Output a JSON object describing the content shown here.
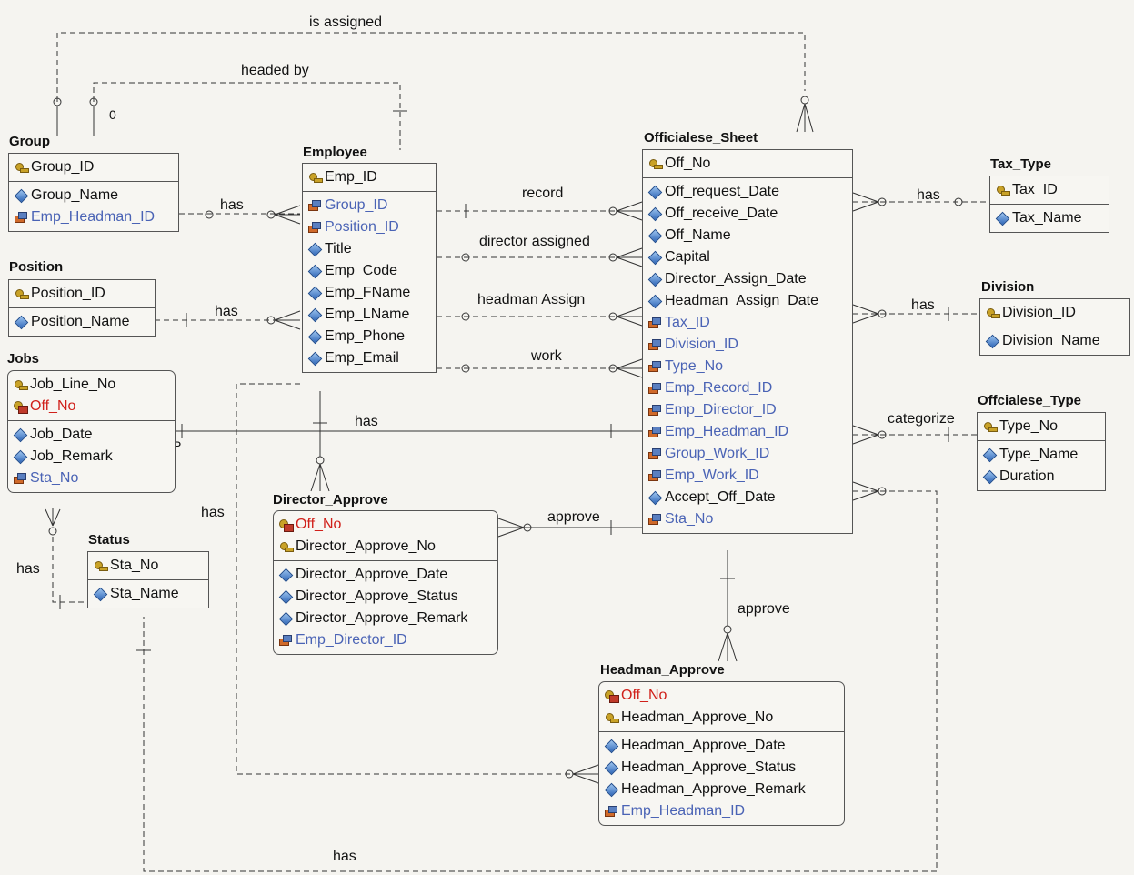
{
  "entities": {
    "group": {
      "title": "Group",
      "keys": [
        {
          "name": "Group_ID",
          "kind": "pk"
        }
      ],
      "attrs": [
        {
          "name": "Group_Name",
          "kind": "attr"
        },
        {
          "name": "Emp_Headman_ID",
          "kind": "fk"
        }
      ]
    },
    "position": {
      "title": "Position",
      "keys": [
        {
          "name": "Position_ID",
          "kind": "pk"
        }
      ],
      "attrs": [
        {
          "name": "Position_Name",
          "kind": "attr"
        }
      ]
    },
    "jobs": {
      "title": "Jobs",
      "keys": [
        {
          "name": "Job_Line_No",
          "kind": "pk"
        },
        {
          "name": "Off_No",
          "kind": "pfk"
        }
      ],
      "attrs": [
        {
          "name": "Job_Date",
          "kind": "attr"
        },
        {
          "name": "Job_Remark",
          "kind": "attr"
        },
        {
          "name": "Sta_No",
          "kind": "fk"
        }
      ]
    },
    "status": {
      "title": "Status",
      "keys": [
        {
          "name": "Sta_No",
          "kind": "pk"
        }
      ],
      "attrs": [
        {
          "name": "Sta_Name",
          "kind": "attr"
        }
      ]
    },
    "employee": {
      "title": "Employee",
      "keys": [
        {
          "name": "Emp_ID",
          "kind": "pk"
        }
      ],
      "attrs": [
        {
          "name": "Group_ID",
          "kind": "fk"
        },
        {
          "name": "Position_ID",
          "kind": "fk"
        },
        {
          "name": "Title",
          "kind": "attr"
        },
        {
          "name": "Emp_Code",
          "kind": "attr"
        },
        {
          "name": "Emp_FName",
          "kind": "attr"
        },
        {
          "name": "Emp_LName",
          "kind": "attr"
        },
        {
          "name": "Emp_Phone",
          "kind": "attr"
        },
        {
          "name": "Emp_Email",
          "kind": "attr"
        }
      ]
    },
    "director_approve": {
      "title": "Director_Approve",
      "keys": [
        {
          "name": "Off_No",
          "kind": "pfk"
        },
        {
          "name": "Director_Approve_No",
          "kind": "pk"
        }
      ],
      "attrs": [
        {
          "name": "Director_Approve_Date",
          "kind": "attr"
        },
        {
          "name": "Director_Approve_Status",
          "kind": "attr"
        },
        {
          "name": "Director_Approve_Remark",
          "kind": "attr"
        },
        {
          "name": "Emp_Director_ID",
          "kind": "fk"
        }
      ]
    },
    "officialese_sheet": {
      "title": "Officialese_Sheet",
      "keys": [
        {
          "name": "Off_No",
          "kind": "pk"
        }
      ],
      "attrs": [
        {
          "name": "Off_request_Date",
          "kind": "attr"
        },
        {
          "name": "Off_receive_Date",
          "kind": "attr"
        },
        {
          "name": "Off_Name",
          "kind": "attr"
        },
        {
          "name": "Capital",
          "kind": "attr"
        },
        {
          "name": "Director_Assign_Date",
          "kind": "attr"
        },
        {
          "name": "Headman_Assign_Date",
          "kind": "attr"
        },
        {
          "name": "Tax_ID",
          "kind": "fk"
        },
        {
          "name": "Division_ID",
          "kind": "fk"
        },
        {
          "name": "Type_No",
          "kind": "fk"
        },
        {
          "name": "Emp_Record_ID",
          "kind": "fk"
        },
        {
          "name": "Emp_Director_ID",
          "kind": "fk"
        },
        {
          "name": "Emp_Headman_ID",
          "kind": "fk"
        },
        {
          "name": "Group_Work_ID",
          "kind": "fk"
        },
        {
          "name": "Emp_Work_ID",
          "kind": "fk"
        },
        {
          "name": "Accept_Off_Date",
          "kind": "attr"
        },
        {
          "name": "Sta_No",
          "kind": "fk"
        }
      ]
    },
    "headman_approve": {
      "title": "Headman_Approve",
      "keys": [
        {
          "name": "Off_No",
          "kind": "pfk"
        },
        {
          "name": "Headman_Approve_No",
          "kind": "pk"
        }
      ],
      "attrs": [
        {
          "name": "Headman_Approve_Date",
          "kind": "attr"
        },
        {
          "name": "Headman_Approve_Status",
          "kind": "attr"
        },
        {
          "name": "Headman_Approve_Remark",
          "kind": "attr"
        },
        {
          "name": "Emp_Headman_ID",
          "kind": "fk"
        }
      ]
    },
    "tax_type": {
      "title": "Tax_Type",
      "keys": [
        {
          "name": "Tax_ID",
          "kind": "pk"
        }
      ],
      "attrs": [
        {
          "name": "Tax_Name",
          "kind": "attr"
        }
      ]
    },
    "division": {
      "title": "Division",
      "keys": [
        {
          "name": "Division_ID",
          "kind": "pk"
        }
      ],
      "attrs": [
        {
          "name": "Division_Name",
          "kind": "attr"
        }
      ]
    },
    "offcialese_type": {
      "title": "Offcialese_Type",
      "keys": [
        {
          "name": "Type_No",
          "kind": "pk"
        }
      ],
      "attrs": [
        {
          "name": "Type_Name",
          "kind": "attr"
        },
        {
          "name": "Duration",
          "kind": "attr"
        }
      ]
    }
  },
  "relationships": {
    "is_assigned": "is assigned",
    "headed_by": "headed by",
    "headed_by_card": "0",
    "group_has": "has",
    "position_has": "has",
    "record": "record",
    "director_assigned": "director assigned",
    "headman_assign": "headman Assign",
    "work": "work",
    "jobs_has": "has",
    "jobs_card": "P",
    "tax_has": "has",
    "division_has": "has",
    "categorize": "categorize",
    "approve_director": "approve",
    "approve_headman": "approve",
    "status_has_jobs": "has",
    "emp_has_headman": "has",
    "status_has_sheet": "has"
  }
}
